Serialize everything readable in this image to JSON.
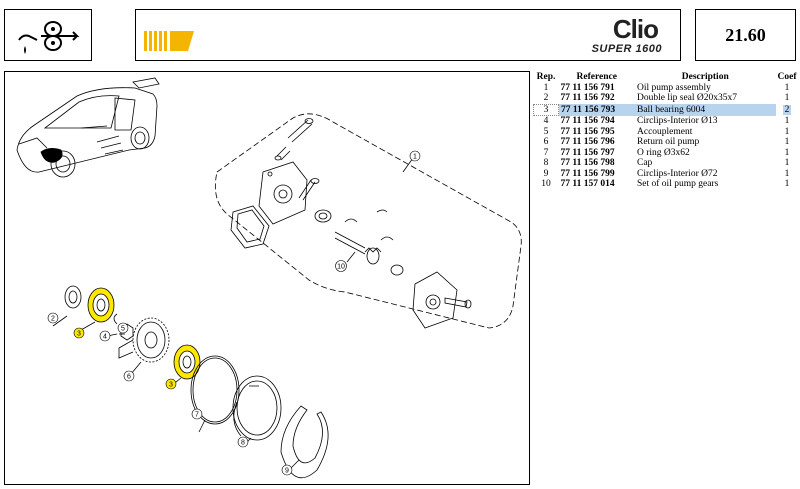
{
  "page_number": "21.60",
  "brand": {
    "model": "Clio",
    "version": "SUPER 1600"
  },
  "table": {
    "headers": {
      "rep": "Rep.",
      "reference": "Reference",
      "description": "Description",
      "coef": "Coef"
    },
    "rows": [
      {
        "rep": "1",
        "ref": "77 11 156 791",
        "desc": "Oil pump assembly",
        "coef": "1"
      },
      {
        "rep": "2",
        "ref": "77 11 156 792",
        "desc": "Double lip seal Ø20x35x7",
        "coef": "1"
      },
      {
        "rep": "3",
        "ref": "77 11 156 793",
        "desc": "Ball bearing 6004",
        "coef": "2"
      },
      {
        "rep": "4",
        "ref": "77 11 156 794",
        "desc": "Circlips-Interior Ø13",
        "coef": "1"
      },
      {
        "rep": "5",
        "ref": "77 11 156 795",
        "desc": "Accouplement",
        "coef": "1"
      },
      {
        "rep": "6",
        "ref": "77 11 156 796",
        "desc": "Return oil pump",
        "coef": "1"
      },
      {
        "rep": "7",
        "ref": "77 11 156 797",
        "desc": "O ring Ø3x62",
        "coef": "1"
      },
      {
        "rep": "8",
        "ref": "77 11 156 798",
        "desc": "Cap",
        "coef": "1"
      },
      {
        "rep": "9",
        "ref": "77 11 156 799",
        "desc": "Circlips-Interior Ø72",
        "coef": "1"
      },
      {
        "rep": "10",
        "ref": "77 11 157 014",
        "desc": "Set of oil pump gears",
        "coef": "1"
      }
    ],
    "selected_rep": "3"
  },
  "callouts": {
    "c1": "1",
    "c2": "2",
    "c3a": "3",
    "c3b": "3",
    "c4": "4",
    "c5": "5",
    "c6": "6",
    "c7": "7",
    "c8": "8",
    "c9": "9",
    "c10": "10"
  },
  "colors": {
    "highlight": "#ffe800",
    "stripe": "#f5b400",
    "selection": "#b7d3ee"
  },
  "icons": {
    "header_left": "oil-pump-icon",
    "car": "car-illustration"
  }
}
